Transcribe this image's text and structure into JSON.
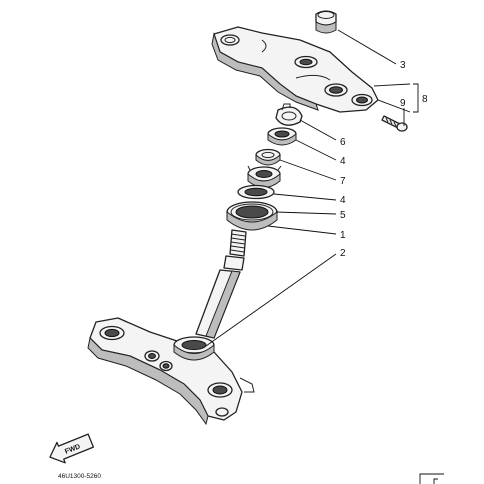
{
  "callouts": {
    "c3": "3",
    "c9": "9",
    "c8": "8",
    "c6": "6",
    "c4a": "4",
    "c7": "7",
    "c4b": "4",
    "c5": "5",
    "c1": "1",
    "c2": "2"
  },
  "footer": {
    "fwd_label": "FWD",
    "drawing_code": "46U1300-5260"
  }
}
